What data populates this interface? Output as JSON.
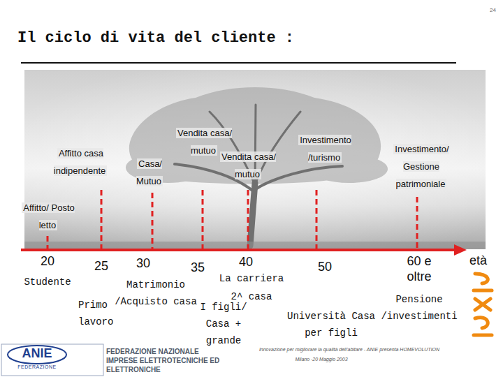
{
  "diagram": {
    "title": "Il ciclo di vita del cliente :",
    "labels": [
      "24",
      "Vendita casa/ mutuo",
      "Investimento /turismo",
      "Affitto casa indipendente",
      "Casa/ Mutuo",
      "Vendita casa/ mutuo",
      "Investimento/ Gestione patrimoniale",
      "Affitto/ Posto letto",
      "20",
      "25",
      "30",
      "35",
      "40",
      "50",
      "60 e oltre",
      "età",
      "Studente",
      "Matrimonio /Acquisto casa",
      "Primo lavoro",
      "I figli/ Casa + grande",
      "La carriera",
      "2^ casa",
      "Università Casa per figli",
      "Pensione /investimenti",
      "Innovazione per migliorare la qualità dell'abitare - ANIE presenta HOMEVOLUTION",
      "Milano -20 Maggio 2003",
      "ANIE",
      "FEDERAZIONE",
      "FEDERAZIONE NAZIONALE IMPRESE ELETTROTECNICHE ED ELETTRONICHE"
    ]
  }
}
